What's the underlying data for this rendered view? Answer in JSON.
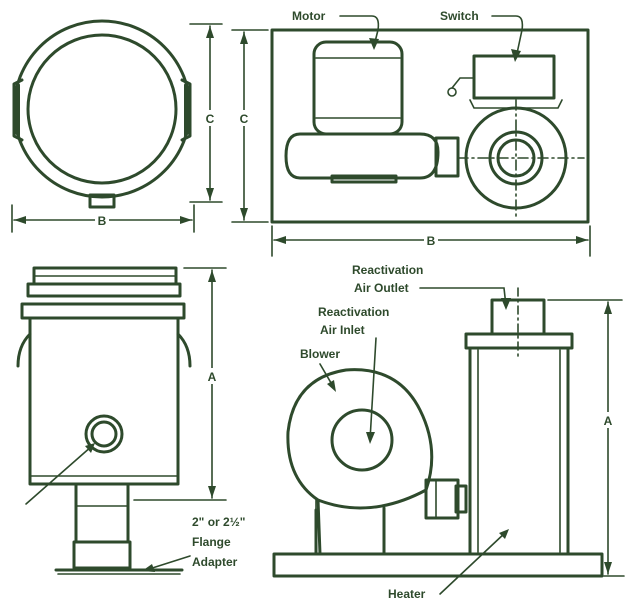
{
  "labels": {
    "motor": "Motor",
    "switch": "Switch",
    "reactivation_air_outlet_1": "Reactivation",
    "reactivation_air_outlet_2": "Air Outlet",
    "reactivation_air_inlet_1": "Reactivation",
    "reactivation_air_inlet_2": "Air Inlet",
    "blower": "Blower",
    "heater": "Heater",
    "flange_1": "2\" or 2½\"",
    "flange_2": "Flange",
    "flange_3": "Adapter"
  },
  "dimensions": {
    "a": "A",
    "b": "B",
    "c": "C"
  },
  "colors": {
    "line": "#2e4a2c",
    "background": "#ffffff"
  }
}
